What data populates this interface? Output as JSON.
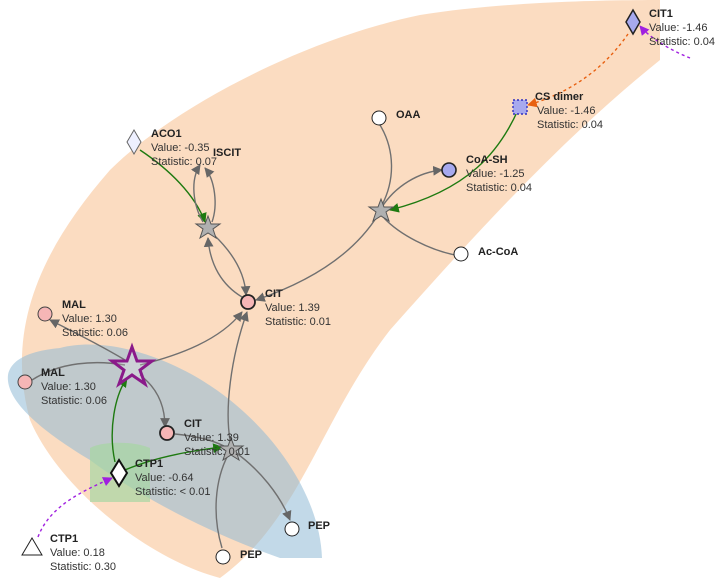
{
  "colors": {
    "compartment_orange": "#f9c9a0",
    "compartment_blue": "#9fc3dc",
    "compartment_green": "#a6d6a3",
    "edge_gray": "#707070",
    "edge_green": "#1e7a10",
    "edge_orange": "#e86010",
    "edge_purple": "#a020e0",
    "node_pink": "#f6b6b6",
    "node_blue": "#a7a9ee",
    "node_white": "#ffffff",
    "reaction_gray": "#b0b0b0",
    "reaction_highlight": "#8a1a8a"
  },
  "nodes": {
    "cit1_top": {
      "name": "CIT1",
      "value": "Value: -1.46",
      "statistic": "Statistic: 0.04",
      "shape": "diamond",
      "fill": "blue"
    },
    "cs_dimer": {
      "name": "CS dimer",
      "value": "Value: -1.46",
      "statistic": "Statistic: 0.04",
      "shape": "square-dotted",
      "fill": "blue"
    },
    "oaa": {
      "name": "OAA",
      "shape": "circle",
      "fill": "white"
    },
    "coa_sh": {
      "name": "CoA-SH",
      "value": "Value: -1.25",
      "statistic": "Statistic: 0.04",
      "shape": "circle",
      "fill": "blue"
    },
    "ac_coa": {
      "name": "Ac-CoA",
      "shape": "circle",
      "fill": "white"
    },
    "aco1": {
      "name": "ACO1",
      "value": "Value: -0.35",
      "statistic": "Statistic: 0.07",
      "shape": "diamond",
      "fill": "white"
    },
    "iscit": {
      "name": "ISCIT",
      "shape": "circle",
      "fill": "white"
    },
    "cit_center": {
      "name": "CIT",
      "value": "Value: 1.39",
      "statistic": "Statistic: 0.01",
      "shape": "circle",
      "fill": "pink"
    },
    "mal_upper": {
      "name": "MAL",
      "value": "Value: 1.30",
      "statistic": "Statistic: 0.06",
      "shape": "circle",
      "fill": "pink"
    },
    "mal_lower": {
      "name": "MAL",
      "value": "Value: 1.30",
      "statistic": "Statistic: 0.06",
      "shape": "circle",
      "fill": "pink"
    },
    "cit_lower": {
      "name": "CIT",
      "value": "Value: 1.39",
      "statistic": "Statistic: 0.01",
      "shape": "circle",
      "fill": "pink"
    },
    "ctp1_mid": {
      "name": "CTP1",
      "value": "Value: -0.64",
      "statistic": "Statistic: < 0.01",
      "shape": "diamond",
      "fill": "white"
    },
    "ctp1_bottom": {
      "name": "CTP1",
      "value": "Value: 0.18",
      "statistic": "Statistic: 0.30",
      "shape": "triangle",
      "fill": "white"
    },
    "pep_right": {
      "name": "PEP",
      "shape": "circle",
      "fill": "white"
    },
    "pep_bottom": {
      "name": "PEP",
      "shape": "circle",
      "fill": "white"
    }
  },
  "reactions": {
    "r_citrate_synthase": {
      "kind": "star",
      "highlight": false
    },
    "r_aconitase": {
      "kind": "star",
      "highlight": false
    },
    "r_citrate_malate_antiport": {
      "kind": "star",
      "highlight": true
    },
    "r_citrate_pep_antiport": {
      "kind": "star",
      "highlight": false
    }
  }
}
